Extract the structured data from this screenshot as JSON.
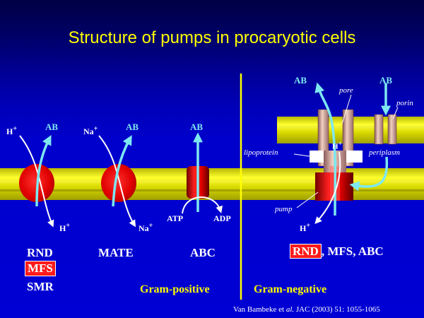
{
  "title": "Structure of pumps in procaryotic cells",
  "labels": {
    "ab": "AB",
    "h_plus": "H+",
    "na_plus": "Na+",
    "atp": "ATP",
    "adp": "ADP",
    "pore": "pore",
    "porin": "porin",
    "lipoprotein": "lipoprotein",
    "periplasm": "periplasm",
    "pump": "pump"
  },
  "families": {
    "rnd": "RND",
    "mfs": "MFS",
    "smr": "SMR",
    "mate": "MATE",
    "abc": "ABC",
    "gram_neg_rnd": "RND",
    "gram_neg_rest": ", MFS, ABC"
  },
  "gram": {
    "positive": "Gram-positive",
    "negative": "Gram-negative"
  },
  "citation": {
    "authors": "Van Bambeke et ",
    "etal": "al.",
    "ref": " JAC (2003) 51: 1055-1065"
  },
  "colors": {
    "membrane": "#d9d90a",
    "pump": "#e00000",
    "arrow": "#7de8f0",
    "divider": "#ffff00",
    "title": "#ffff00"
  }
}
